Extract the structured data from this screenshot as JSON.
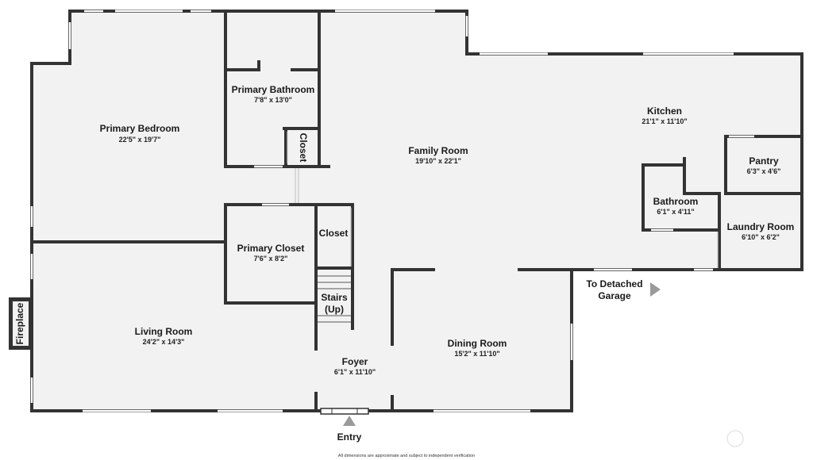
{
  "rooms": {
    "primary_bedroom": {
      "name": "Primary Bedroom",
      "dims": "22'5\" x 19'7\""
    },
    "primary_bathroom": {
      "name": "Primary Bathroom",
      "dims": "7'8\" x 13'0\""
    },
    "family_room": {
      "name": "Family Room",
      "dims": "19'10\" x 22'1\""
    },
    "kitchen": {
      "name": "Kitchen",
      "dims": "21'1\" x 11'10\""
    },
    "pantry": {
      "name": "Pantry",
      "dims": "6'3\" x 4'6\""
    },
    "bathroom": {
      "name": "Bathroom",
      "dims": "6'1\" x 4'11\""
    },
    "laundry_room": {
      "name": "Laundry Room",
      "dims": "6'10\" x 6'2\""
    },
    "primary_closet": {
      "name": "Primary Closet",
      "dims": "7'6\" x 8'2\""
    },
    "living_room": {
      "name": "Living Room",
      "dims": "24'2\" x 14'3\""
    },
    "foyer": {
      "name": "Foyer",
      "dims": "6'1\" x 11'10\""
    },
    "dining_room": {
      "name": "Dining Room",
      "dims": "15'2\" x 11'10\""
    }
  },
  "labels": {
    "closet_vertical": "Closet",
    "closet": "Closet",
    "stairs_line1": "Stairs",
    "stairs_line2": "(Up)",
    "fireplace": "Fireplace",
    "garage_line1": "To Detached",
    "garage_line2": "Garage",
    "entry": "Entry"
  },
  "footer": {
    "disclaimer": "All dimensions are approximate and subject to independent verification"
  },
  "colors": {
    "wall": "#333333",
    "floor": "#f2f2f2",
    "arrow": "#9a9a9a",
    "window": "#c8c8c8"
  }
}
